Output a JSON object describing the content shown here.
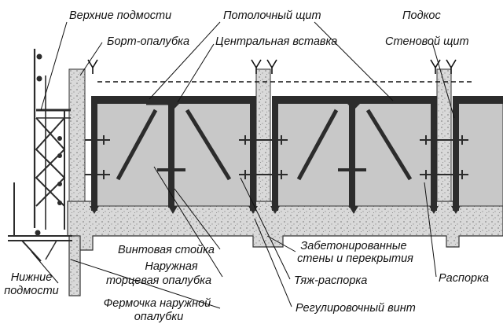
{
  "diagram": {
    "labels": {
      "upper_scaffold": "Верхние подмости",
      "edge_formwork": "Борт-опалубка",
      "ceiling_panel": "Потолочный щит",
      "central_insert": "Центральная вставка",
      "brace": "Подкос",
      "wall_panel": "Стеновой щит",
      "screw_post": "Винтовая стойка",
      "outer_end_line1": "Наружная",
      "outer_end_line2": "торцевая опалубка",
      "outer_truss_line1": "Фермочка наружной",
      "outer_truss_line2": "опалубки",
      "lower_scaffold_line1": "Нижние",
      "lower_scaffold_line2": "подмости",
      "concreted_line1": "Забетонированные",
      "concreted_line2": "стены и перекрытия",
      "tie_spacer": "Тяж-распорка",
      "adjust_screw": "Регулировочный винт",
      "spacer": "Распорка"
    },
    "colors": {
      "steel": "#2c2c2c",
      "panel_fill": "#c8c8c8",
      "concrete": "#d6d6d6",
      "lines": "#111111"
    }
  }
}
